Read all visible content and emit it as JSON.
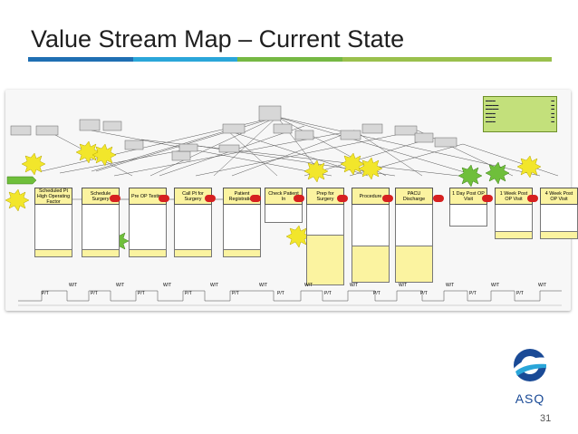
{
  "slide": {
    "title": "Value Stream Map – Current State",
    "page_number": "31",
    "accent_colors": [
      "#1f6fb3",
      "#2aa6d9",
      "#76b843",
      "#9ac04d",
      "#9ac04d"
    ]
  },
  "logo": {
    "text": "ASQ",
    "icon": "asq-logo-icon",
    "color": "#1a4a96"
  },
  "vsm": {
    "stages": [
      {
        "label": "Scheduled Pt High Operating Factor"
      },
      {
        "label": "Schedule Surgery"
      },
      {
        "label": "Pre OP Testing"
      },
      {
        "label": "Call Pt for Surgery"
      },
      {
        "label": "Patient Registration"
      },
      {
        "label": "Check Patient In"
      },
      {
        "label": "Prep for Surgery"
      },
      {
        "label": "Procedure"
      },
      {
        "label": "PACU Discharge"
      },
      {
        "label": "1 Day Post OP Visit"
      },
      {
        "label": "1 Week Post OP Visit"
      },
      {
        "label": "4 Week Post OP Visit"
      }
    ],
    "timeline_labels": {
      "wait": "W/T",
      "process": "P/T"
    },
    "colors": {
      "kaizen": "#f2e62b",
      "stage": "#fbf3a0",
      "push": "#d62020",
      "summary": "#c3e07b",
      "patient": "#6fbf3b"
    }
  }
}
